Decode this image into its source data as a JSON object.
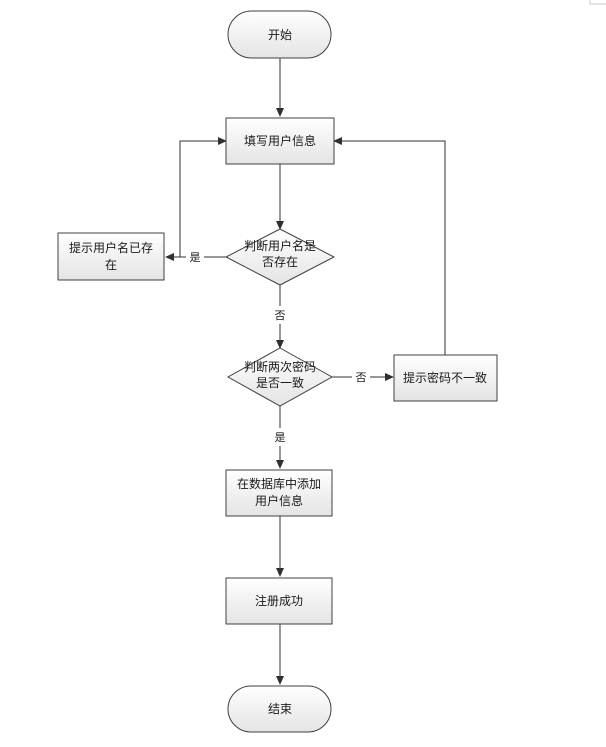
{
  "diagram": {
    "nodes": {
      "start": "开始",
      "fill_info": "填写用户信息",
      "check_user_line1": "判断用户名是",
      "check_user_line2": "否存在",
      "user_exists_line1": "提示用户名已存",
      "user_exists_line2": "在",
      "check_pwd_line1": "判断两次密码",
      "check_pwd_line2": "是否一致",
      "pwd_mismatch": "提示密码不一致",
      "add_db_line1": "在数据库中添加",
      "add_db_line2": "用户信息",
      "register_ok": "注册成功",
      "end": "结束"
    },
    "edges": {
      "user_yes": "是",
      "user_no": "否",
      "pwd_no": "否",
      "pwd_yes": "是"
    }
  },
  "colors": {
    "box_fill_top": "#ffffff",
    "box_fill_bottom": "#e4e4e4",
    "stroke": "#404040"
  }
}
